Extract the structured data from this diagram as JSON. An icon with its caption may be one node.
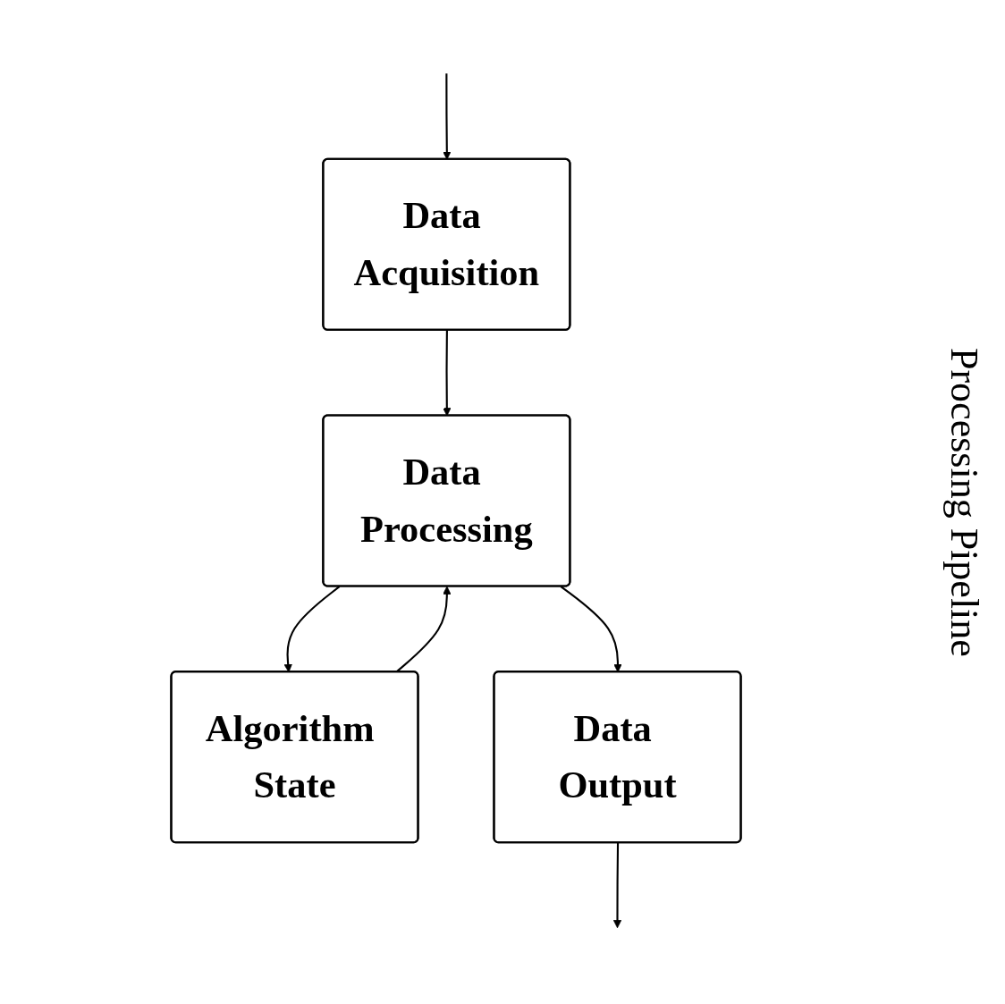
{
  "diagram": {
    "nodes": [
      {
        "text": [
          "Data Acquisition"
        ]
      },
      {
        "text": [
          "Algorithm State"
        ]
      },
      {
        "text": [
          "Data Processing"
        ]
      },
      {
        "text": [
          "Data Output"
        ]
      }
    ],
    "edges": [
      {
        "from": null,
        "to": 0,
        "arrow": "to"
      },
      {
        "from": 0,
        "to": 2,
        "arrow": "to"
      },
      {
        "from": 1,
        "to": 2,
        "arrow": "to"
      },
      {
        "from": 2,
        "to": 1,
        "arrow": "to"
      },
      {
        "from": 2,
        "to": 3,
        "arrow": "to"
      },
      {
        "from": 3,
        "to": null,
        "arrow": "to"
      }
    ],
    "labels": [
      "Processing Pipeline"
    ]
  }
}
